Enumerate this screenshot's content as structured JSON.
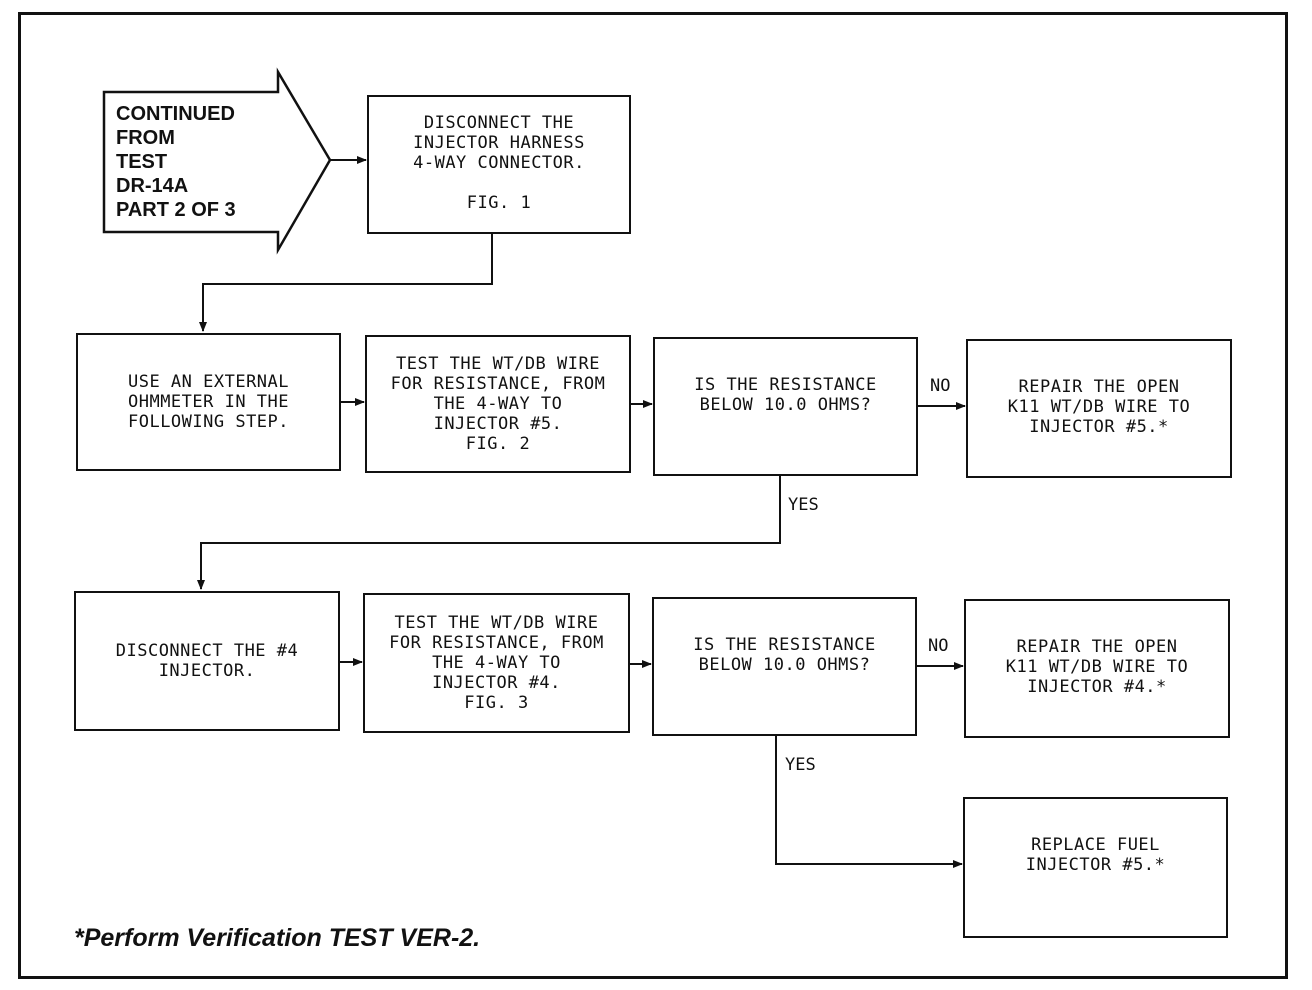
{
  "start": {
    "text": "CONTINUED\nFROM\nTEST\nDR-14A\nPART 2 OF 3"
  },
  "steps": {
    "disconnect_harness": "DISCONNECT THE\nINJECTOR HARNESS\n4-WAY CONNECTOR.\n\nFIG. 1",
    "use_ohmmeter": "USE AN EXTERNAL\nOHMMETER IN THE\nFOLLOWING STEP.",
    "test_wire_5": "TEST THE WT/DB WIRE\nFOR RESISTANCE, FROM\nTHE 4-WAY TO\nINJECTOR #5.\nFIG. 2",
    "decision_1": "IS THE RESISTANCE\nBELOW 10.0 OHMS?",
    "repair_5": "REPAIR THE OPEN\nK11 WT/DB WIRE TO\nINJECTOR #5.*",
    "disconnect_4": "DISCONNECT THE #4\nINJECTOR.",
    "test_wire_4": "TEST THE WT/DB WIRE\nFOR RESISTANCE, FROM\nTHE 4-WAY TO\nINJECTOR #4.\nFIG. 3",
    "decision_2": "IS THE RESISTANCE\nBELOW 10.0 OHMS?",
    "repair_4": "REPAIR THE OPEN\nK11 WT/DB WIRE TO\nINJECTOR #4.*",
    "replace_injector": "REPLACE FUEL\nINJECTOR #5.*"
  },
  "branch_labels": {
    "no_1": "NO",
    "yes_1": "YES",
    "no_2": "NO",
    "yes_2": "YES"
  },
  "footnote": "*Perform Verification TEST VER-2."
}
